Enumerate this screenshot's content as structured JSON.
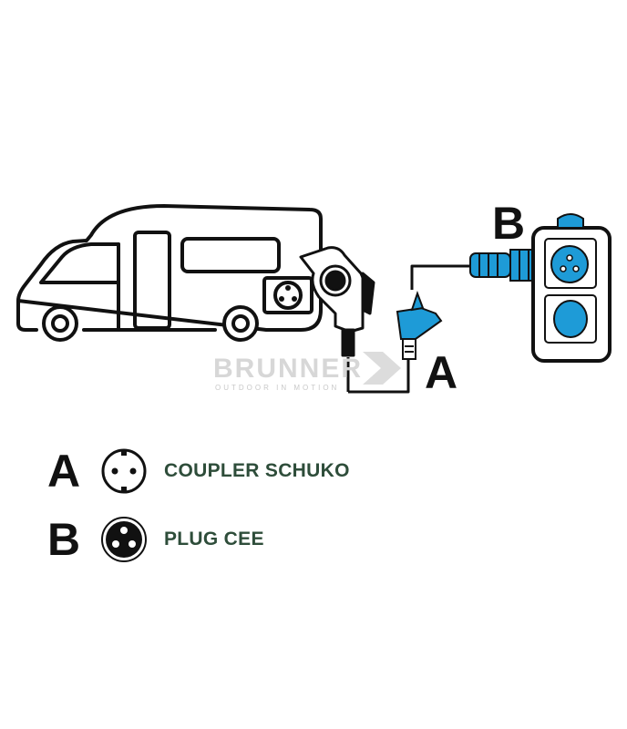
{
  "diagram": {
    "callout_a": "A",
    "callout_b": "B",
    "watermark": {
      "brand": "BRUNNER",
      "tagline": "OUTDOOR IN MOTION"
    },
    "colors": {
      "line": "#111111",
      "connector_blue": "#1e9bd7",
      "label_green": "#2e4d3a"
    }
  },
  "legend": [
    {
      "letter": "A",
      "icon": "schuko-socket-icon",
      "label": "COUPLER SCHUKO"
    },
    {
      "letter": "B",
      "icon": "cee-plug-icon",
      "label": "PLUG CEE"
    }
  ]
}
